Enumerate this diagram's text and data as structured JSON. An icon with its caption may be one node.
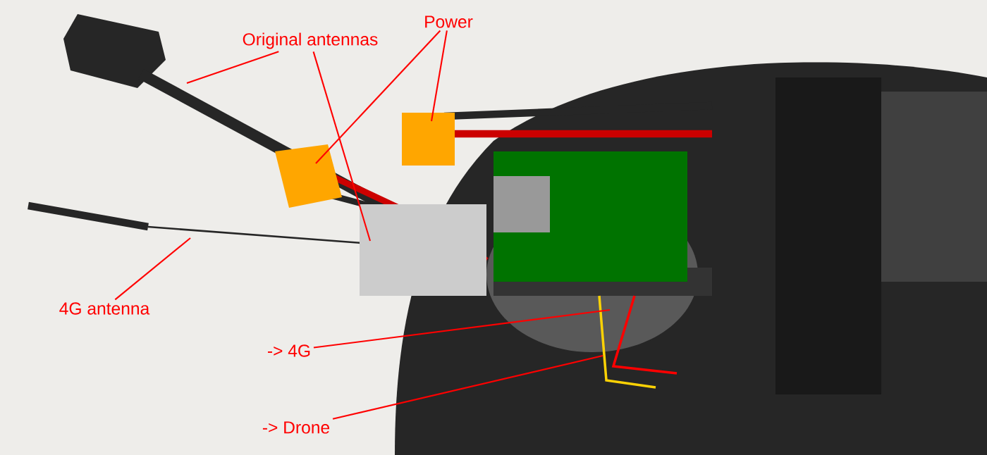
{
  "diagram": {
    "nodes": [
      {
        "text": [
          "Original antennas"
        ]
      },
      {
        "text": [
          "Power"
        ]
      },
      {
        "text": [
          "4G antenna"
        ]
      },
      {
        "text": [
          "-> 4G"
        ]
      },
      {
        "text": [
          "-> Drone"
        ]
      }
    ],
    "edges": [
      {
        "from": 0,
        "to": null,
        "arrow": "none"
      },
      {
        "from": 0,
        "to": null,
        "arrow": "none"
      },
      {
        "from": 1,
        "to": null,
        "arrow": "none"
      },
      {
        "from": 1,
        "to": null,
        "arrow": "none"
      },
      {
        "from": 2,
        "to": null,
        "arrow": "none"
      },
      {
        "from": 3,
        "to": null,
        "arrow": "none"
      },
      {
        "from": 4,
        "to": null,
        "arrow": "none"
      }
    ]
  }
}
